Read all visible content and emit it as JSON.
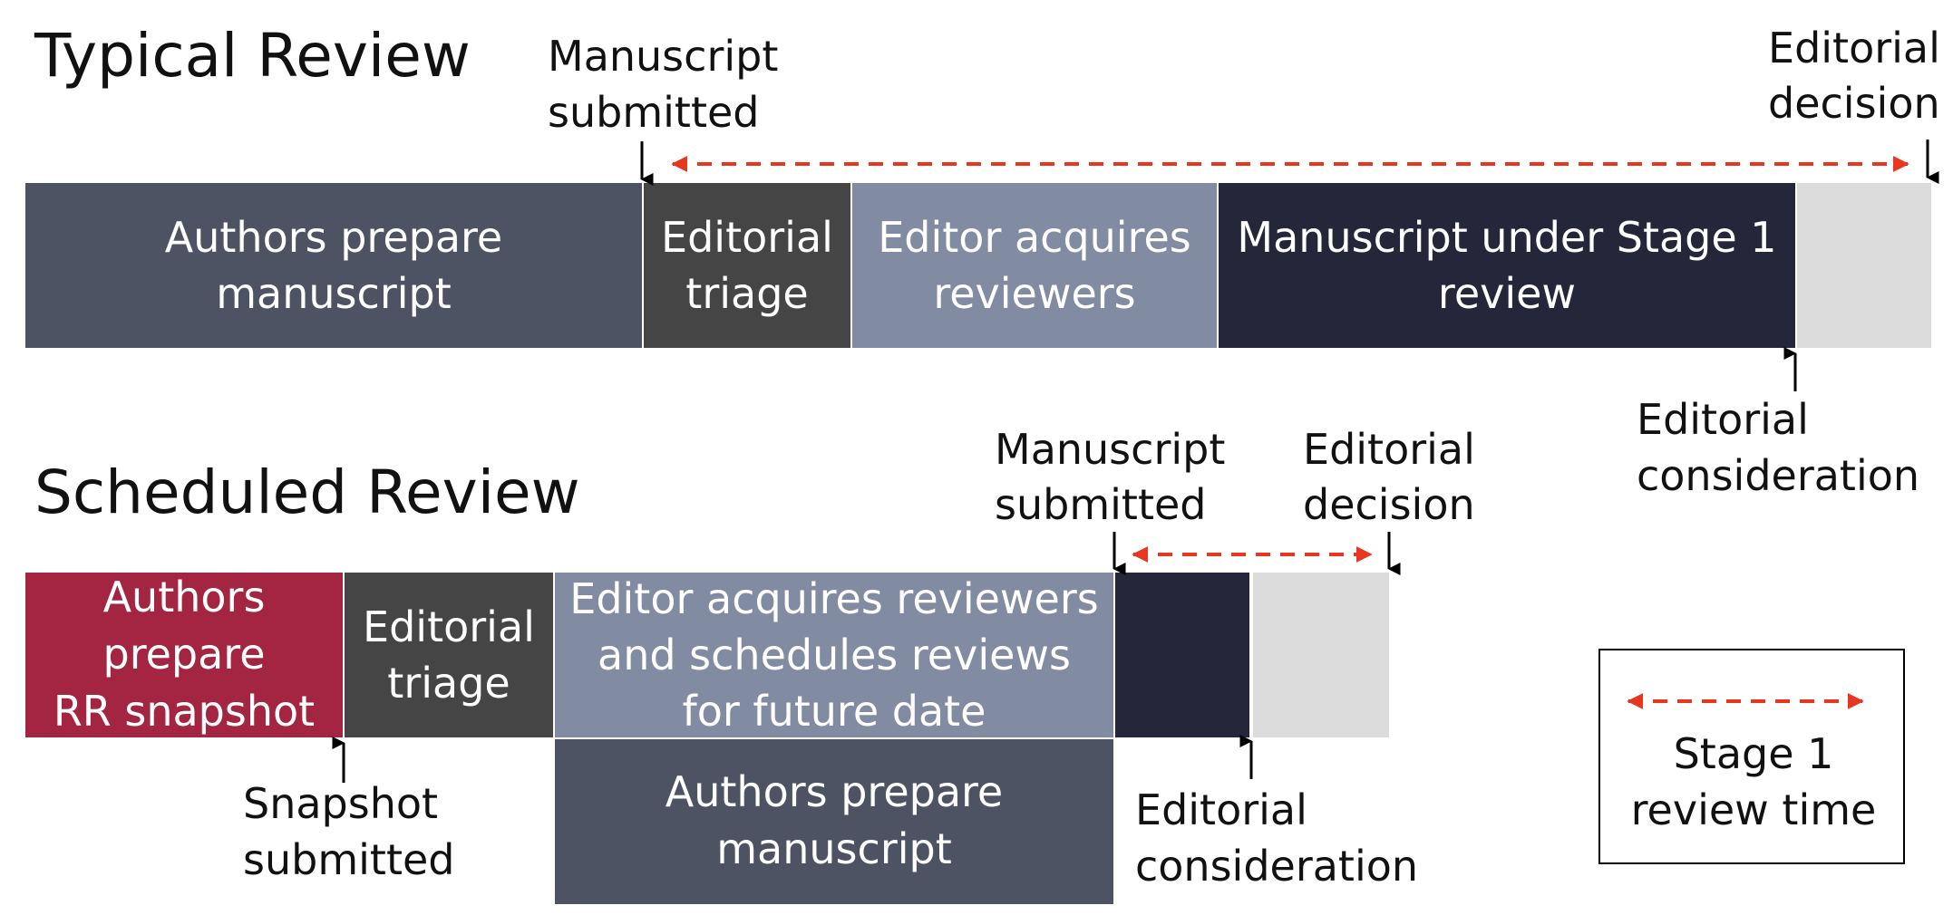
{
  "typical": {
    "title": "Typical Review",
    "blocks": {
      "authors": [
        "Authors prepare",
        "manuscript"
      ],
      "triage": [
        "Editorial",
        "triage"
      ],
      "acquire": [
        "Editor acquires",
        "reviewers"
      ],
      "stage1": [
        "Manuscript under Stage 1",
        "review"
      ]
    },
    "annotations": {
      "submitted": [
        "Manuscript",
        "submitted"
      ],
      "decision": [
        "Editorial",
        "decision"
      ],
      "consideration": [
        "Editorial",
        "consideration"
      ]
    }
  },
  "scheduled": {
    "title": "Scheduled Review",
    "blocks": {
      "snapshot": [
        "Authors",
        "prepare",
        "RR snapshot"
      ],
      "triage": [
        "Editorial",
        "triage"
      ],
      "acquire": [
        "Editor acquires reviewers",
        "and schedules reviews",
        "for future date"
      ],
      "authors": [
        "Authors prepare",
        "manuscript"
      ]
    },
    "annotations": {
      "snapshot_submitted": [
        "Snapshot",
        "submitted"
      ],
      "submitted": [
        "Manuscript",
        "submitted"
      ],
      "decision": [
        "Editorial",
        "decision"
      ],
      "consideration": [
        "Editorial",
        "consideration"
      ]
    }
  },
  "legend": {
    "label": [
      "Stage 1",
      "review time"
    ]
  },
  "colors": {
    "authors_block": "#4e5364",
    "triage_block": "#454545",
    "acquire_block": "#818ba2",
    "stage1_block": "#25263a",
    "consideration_block": "#dcdcdc",
    "snapshot_block": "#a32542",
    "review_time_arrow": "#e8361f"
  }
}
